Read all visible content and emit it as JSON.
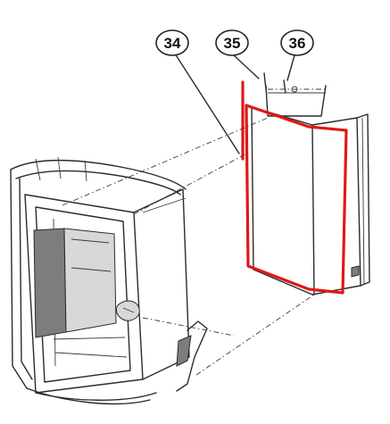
{
  "callouts": [
    {
      "label": "34"
    },
    {
      "label": "35"
    },
    {
      "label": "36"
    }
  ],
  "colors": {
    "highlight": "#e01818",
    "line": "#2b2b2b",
    "background": "#ffffff"
  }
}
